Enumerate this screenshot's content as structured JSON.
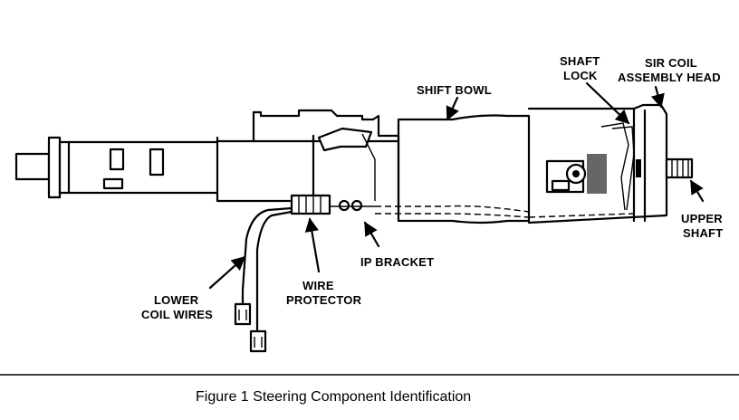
{
  "labels": {
    "shift_bowl": "SHIFT BOWL",
    "shaft_lock_1": "SHAFT",
    "shaft_lock_2": "LOCK",
    "sir_coil_1": "SIR COIL",
    "sir_coil_2": "ASSEMBLY HEAD",
    "upper_shaft_1": "UPPER",
    "upper_shaft_2": "SHAFT",
    "ip_bracket": "IP BRACKET",
    "wire_protector_1": "WIRE",
    "wire_protector_2": "PROTECTOR",
    "lower_coil_1": "LOWER",
    "lower_coil_2": "COIL WIRES"
  },
  "caption": "Figure 1  Steering Component Identification"
}
